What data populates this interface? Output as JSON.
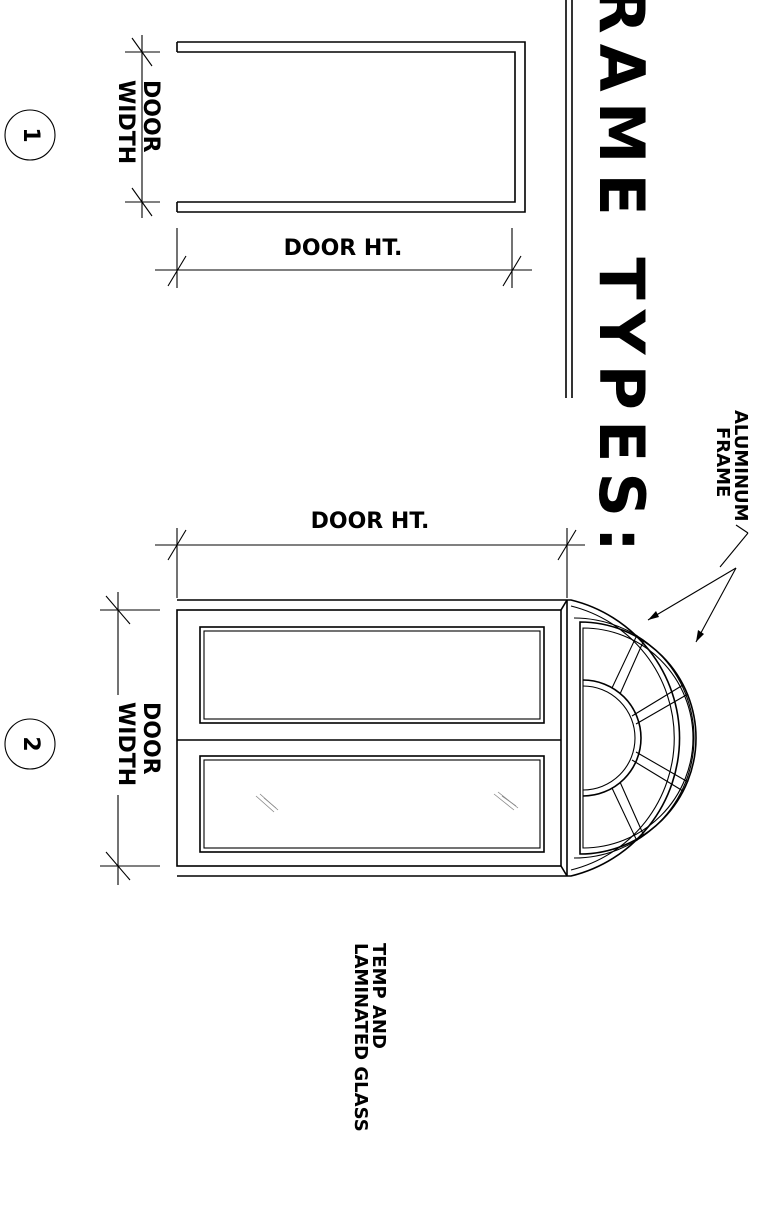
{
  "title": "FRAME TYPES:",
  "title_visible": "RAME TYPES:",
  "types": [
    {
      "number": "1",
      "width_label_line1": "DOOR",
      "width_label_line2": "WIDTH",
      "height_label": "DOOR HT."
    },
    {
      "number": "2",
      "width_label_line1": "DOOR",
      "width_label_line2": "WIDTH",
      "height_label": "DOOR HT."
    }
  ],
  "callouts": {
    "frame_line1": "ALUMINUM",
    "frame_line2": "FRAME",
    "glass_line1": "TEMP AND",
    "glass_line2": "LAMINATED GLASS"
  }
}
